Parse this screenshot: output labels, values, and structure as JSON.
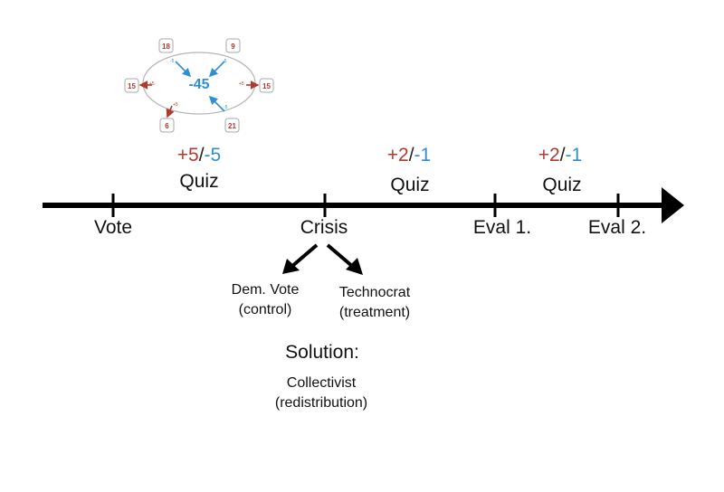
{
  "inset": {
    "center_value": "-45",
    "boxes": [
      "18",
      "9",
      "15",
      "15",
      "6",
      "21"
    ],
    "arrow_labels": {
      "top_left": "-5",
      "top_right": "-5",
      "left": "+5",
      "right": "+5",
      "bottom_left": "+5",
      "bottom_right": "-5"
    }
  },
  "stages": [
    {
      "plus": "+5",
      "slash": "/",
      "minus": "-5",
      "quiz": "Quiz"
    },
    {
      "plus": "+2",
      "slash": "/",
      "minus": "-1",
      "quiz": "Quiz"
    },
    {
      "plus": "+2",
      "slash": "/",
      "minus": "-1",
      "quiz": "Quiz"
    }
  ],
  "timeline": {
    "ticks": [
      "Vote",
      "Crisis",
      "Eval 1.",
      "Eval 2."
    ]
  },
  "branches": {
    "left": [
      "Dem. Vote",
      "(control)"
    ],
    "right": [
      "Technocrat",
      "(treatment)"
    ]
  },
  "solution": {
    "title": "Solution:",
    "lines": [
      "Collectivist",
      "(redistribution)"
    ]
  },
  "colors": {
    "positive": "#b03a2e",
    "negative": "#2e8fd4",
    "line": "#000000"
  }
}
